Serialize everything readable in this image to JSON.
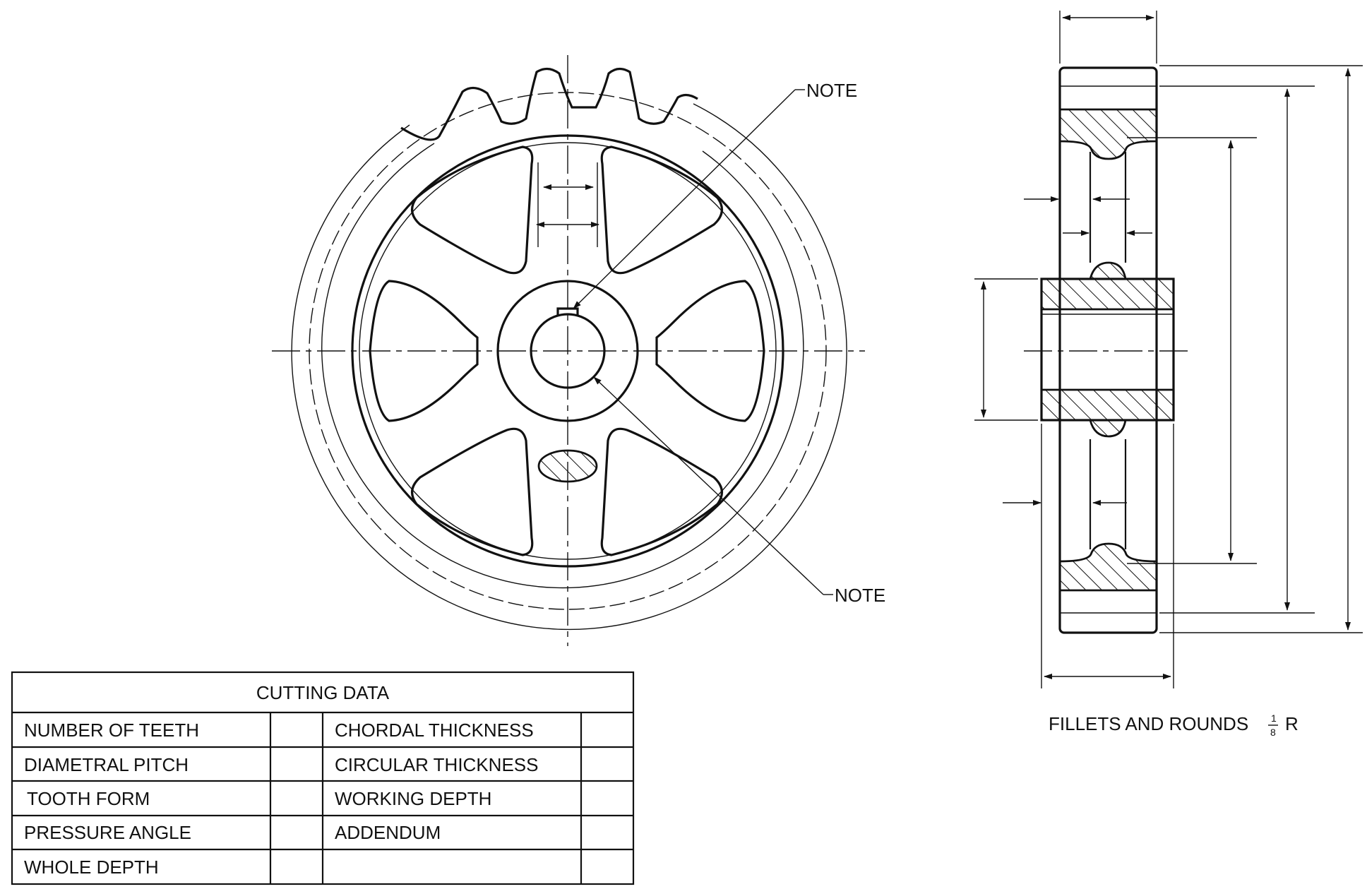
{
  "front_view": {
    "note_top": "NOTE",
    "note_bottom": "NOTE"
  },
  "side_view": {
    "fillets_label": "FILLETS AND ROUNDS",
    "fillets_frac_num": "1",
    "fillets_frac_den": "8",
    "fillets_unit": "R"
  },
  "cutting_data": {
    "title": "CUTTING DATA",
    "rows": [
      [
        "NUMBER OF TEETH",
        "",
        "CHORDAL THICKNESS",
        ""
      ],
      [
        "DIAMETRAL PITCH",
        "",
        "CIRCULAR THICKNESS",
        ""
      ],
      [
        "TOOTH FORM",
        "",
        "WORKING DEPTH",
        ""
      ],
      [
        "PRESSURE ANGLE",
        "",
        "ADDENDUM",
        ""
      ],
      [
        "WHOLE DEPTH",
        "",
        "",
        ""
      ]
    ]
  }
}
